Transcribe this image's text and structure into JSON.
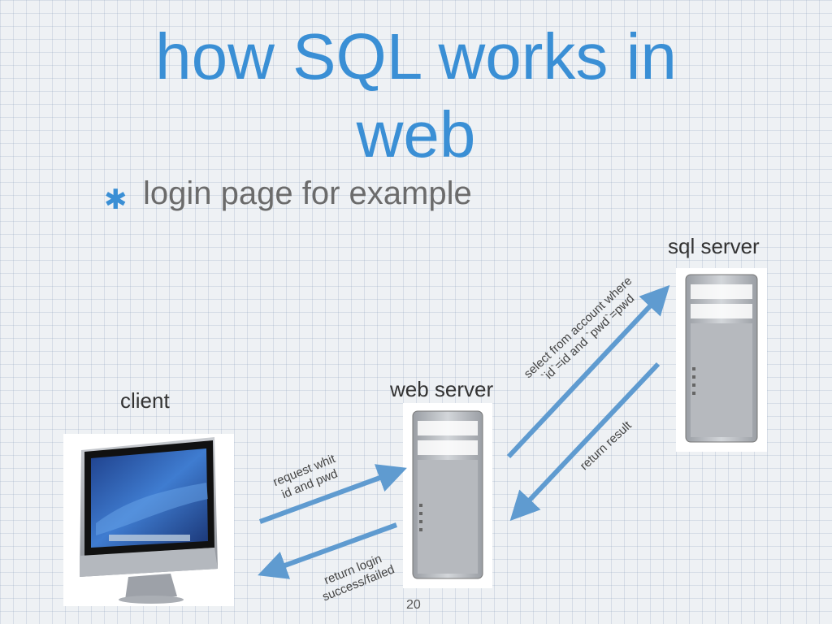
{
  "slide": {
    "title_lines": [
      "how SQL works in",
      "web"
    ],
    "bullet": "login page for example",
    "page_number": "20"
  },
  "diagram": {
    "nodes": {
      "client": "client",
      "web_server": "web server",
      "sql_server": "sql server"
    },
    "arrows": {
      "request_lines": [
        "request whit",
        "id and pwd"
      ],
      "return_login_lines": [
        "return login",
        "success/failed"
      ],
      "select_lines": [
        "select from account where",
        "`id`=id and `pwd`=pwd"
      ],
      "return_result": "return result"
    }
  },
  "colors": {
    "title": "#3a8fd5",
    "arrow": "#5f9bd0"
  },
  "icons": [
    "asterisk-bullet-icon",
    "imac-computer-icon",
    "mac-pro-tower-icon"
  ]
}
